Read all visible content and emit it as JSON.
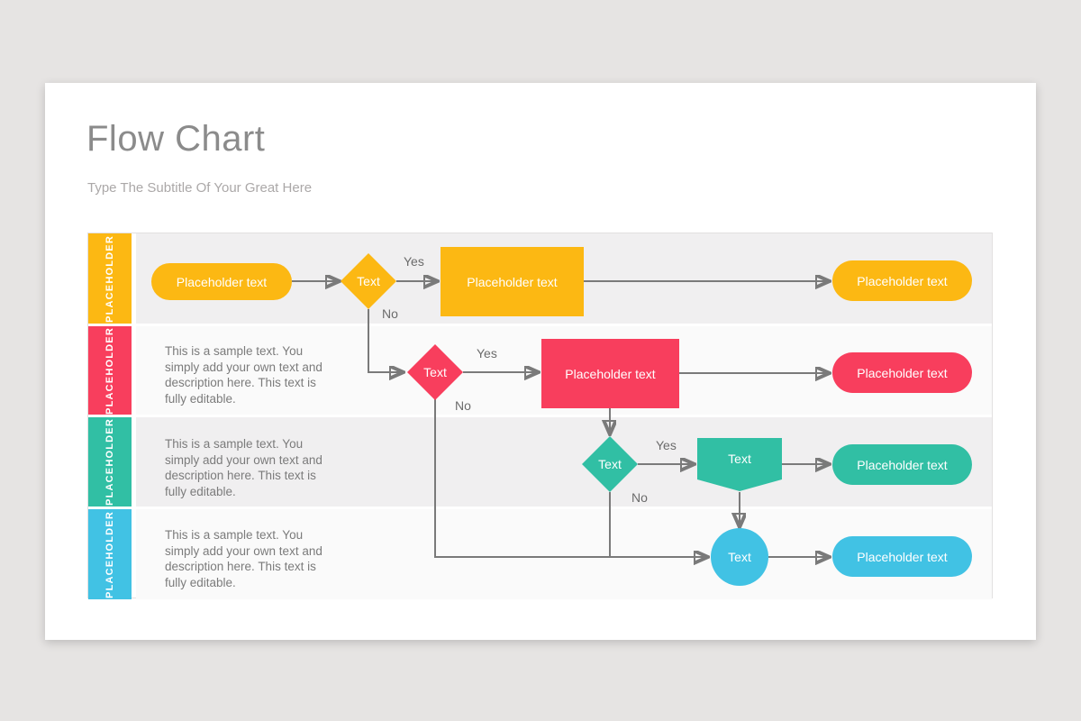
{
  "page": {
    "title": "Flow Chart",
    "subtitle": "Type The Subtitle Of Your Great Here"
  },
  "colors": {
    "lane1": "#fcb813",
    "lane2": "#f83e5d",
    "lane3": "#31bfa4",
    "lane4": "#41c2e4",
    "connector": "#7a7a7a",
    "row_odd": "#f0eff0",
    "row_even": "#fafafa",
    "title_text": "#8b8b8b",
    "subtitle_text": "#aba8a8"
  },
  "lanes": [
    {
      "label": "PLACEHOLDER",
      "description": ""
    },
    {
      "label": "PLACEHOLDER",
      "description": "This is a sample text. You\nsimply add your own text and\ndescription here. This text is\nfully editable."
    },
    {
      "label": "PLACEHOLDER",
      "description": "This is a sample text. You\nsimply add your own text and\ndescription here. This text is\nfully editable."
    },
    {
      "label": "PLACEHOLDER",
      "description": "This is a sample text. You\nsimply add your own text and\ndescription here. This text is\nfully editable."
    }
  ],
  "nodes": {
    "r1_start": "Placeholder text",
    "r1_decision": "Text",
    "r1_process": "Placeholder text",
    "r1_end": "Placeholder text",
    "r2_decision": "Text",
    "r2_process": "Placeholder text",
    "r2_end": "Placeholder text",
    "r3_decision": "Text",
    "r3_banner": "Text",
    "r3_end": "Placeholder text",
    "r4_circle": "Text",
    "r4_end": "Placeholder text"
  },
  "branch_labels": {
    "r1_yes": "Yes",
    "r1_no": "No",
    "r2_yes": "Yes",
    "r2_no": "No",
    "r3_yes": "Yes",
    "r3_no": "No"
  }
}
